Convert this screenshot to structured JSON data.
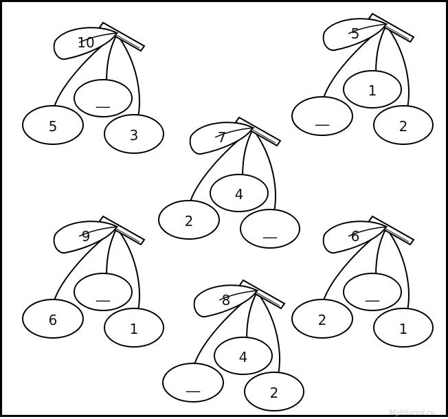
{
  "worksheet": {
    "cherries": [
      {
        "leaf": "10",
        "middle": "__",
        "left": "5",
        "right": "3"
      },
      {
        "leaf": "5",
        "middle": "1",
        "left": "__",
        "right": "2"
      },
      {
        "leaf": "7",
        "middle": "4",
        "left": "2",
        "right": "__"
      },
      {
        "leaf": "9",
        "middle": "__",
        "left": "6",
        "right": "1"
      },
      {
        "leaf": "6",
        "middle": "__",
        "left": "2",
        "right": "1"
      },
      {
        "leaf": "8",
        "middle": "4",
        "left": "__",
        "right": "2"
      }
    ],
    "watermark": "MyShared.ru"
  }
}
